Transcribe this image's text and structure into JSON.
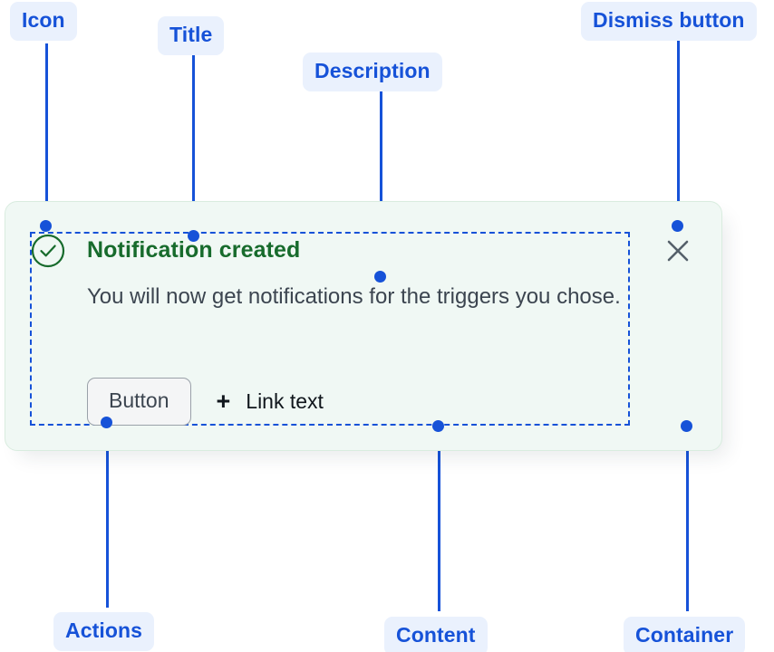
{
  "annotations": [
    {
      "key": "icon",
      "label": "Icon"
    },
    {
      "key": "title",
      "label": "Title"
    },
    {
      "key": "desc",
      "label": "Description"
    },
    {
      "key": "dismiss",
      "label": "Dismiss button"
    },
    {
      "key": "actions",
      "label": "Actions"
    },
    {
      "key": "content",
      "label": "Content"
    },
    {
      "key": "container",
      "label": "Container"
    }
  ],
  "notification": {
    "status": "success",
    "icon_name": "check-circle-icon",
    "title": "Notification created",
    "description": "You will now get notifications for the triggers you chose.",
    "actions": {
      "button_label": "Button",
      "link_plus": "+",
      "link_label": "Link text"
    },
    "dismiss_icon": "close-icon"
  },
  "colors": {
    "annotation_text": "#1652d8",
    "annotation_pill_bg": "#eaf1fd",
    "leader_line": "#1652d8",
    "card_bg": "#f0f8f4",
    "card_border": "#d9ecdf",
    "title_green": "#176b2c",
    "description_gray": "#3c4550",
    "button_bg": "#f4f5f6",
    "button_border": "#9aa1a9",
    "dismiss_gray": "#55606a",
    "link_text": "#10161c"
  }
}
